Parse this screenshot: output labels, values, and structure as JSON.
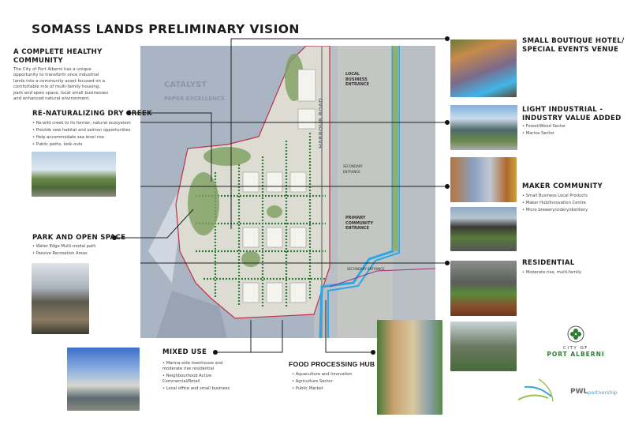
{
  "title": "SOMASS LANDS PRELIMINARY VISION",
  "intro": {
    "heading": "A COMPLETE HEALTHY COMMUNITY",
    "body": "The City of Port Alberni has a unique opportunity to transform once industrial lands into a community asset focused on a comfortable mix of multi-family housing, park and open space, local small businesses and enhanced natural environment."
  },
  "sections": {
    "creek": {
      "heading": "RE-NATURALIZING DRY CREEK",
      "bullets": [
        "Re-wild creek to its former, natural ecosystem",
        "Provide new habitat and salmon opportunities",
        "Help accommodate sea level rise",
        "Public paths, look-outs"
      ]
    },
    "park": {
      "heading": "PARK AND OPEN SPACE",
      "bullets": [
        "Water Edge Multi-modal path",
        "Passive Recreation Areas"
      ]
    },
    "hotel": {
      "heading": "SMALL BOUTIQUE HOTEL/ SPECIAL EVENTS VENUE",
      "bullets": []
    },
    "industrial": {
      "heading": "LIGHT INDUSTRIAL - INDUSTRY VALUE ADDED",
      "bullets": [
        "Forest/Wood Sector",
        "Marine Sector"
      ]
    },
    "maker": {
      "heading": "MAKER COMMUNITY",
      "bullets": [
        "Small Business Local Products",
        "Maker Hub/Innovation Centre",
        "Micro brewery/cidery/distillery"
      ]
    },
    "residential": {
      "heading": "RESIDENTIAL",
      "bullets": [
        "Moderate rise, multi-family"
      ]
    },
    "mixed": {
      "heading": "MIXED USE",
      "bullets": [
        "Marina-side townhouse and moderate rise residential",
        "Neighbourhood Active Commercial/Retail",
        "Local office and small business"
      ]
    },
    "food": {
      "heading": "FOOD PROCESSING HUB",
      "bullets": [
        "Aquaculture and Innovation",
        "Agriculture Sector",
        "Public Market"
      ]
    }
  },
  "map": {
    "catalyst": "CATALYST",
    "paper": "PAPER EXCELLENCE",
    "local_entrance": "LOCAL BUSINESS ENTRANCE",
    "road": "HARBOUR ROAD",
    "secondary_1": "SECONDARY ENTRANCE",
    "primary": "PRIMARY COMMUNITY ENTRANCE",
    "secondary_2": "SECONDARY ENTRANCE"
  },
  "logos": {
    "city_top": "CITY OF",
    "city_name": "PORT ALBERNI",
    "pwl": "PWL",
    "pwl_suffix": "partnership"
  },
  "colors": {
    "canal": "#2aa7e8",
    "boundary": "#c0304a",
    "green": "#2f7a3a",
    "city_green": "#2e7d32",
    "pwl_blue": "#3aa5d8"
  }
}
